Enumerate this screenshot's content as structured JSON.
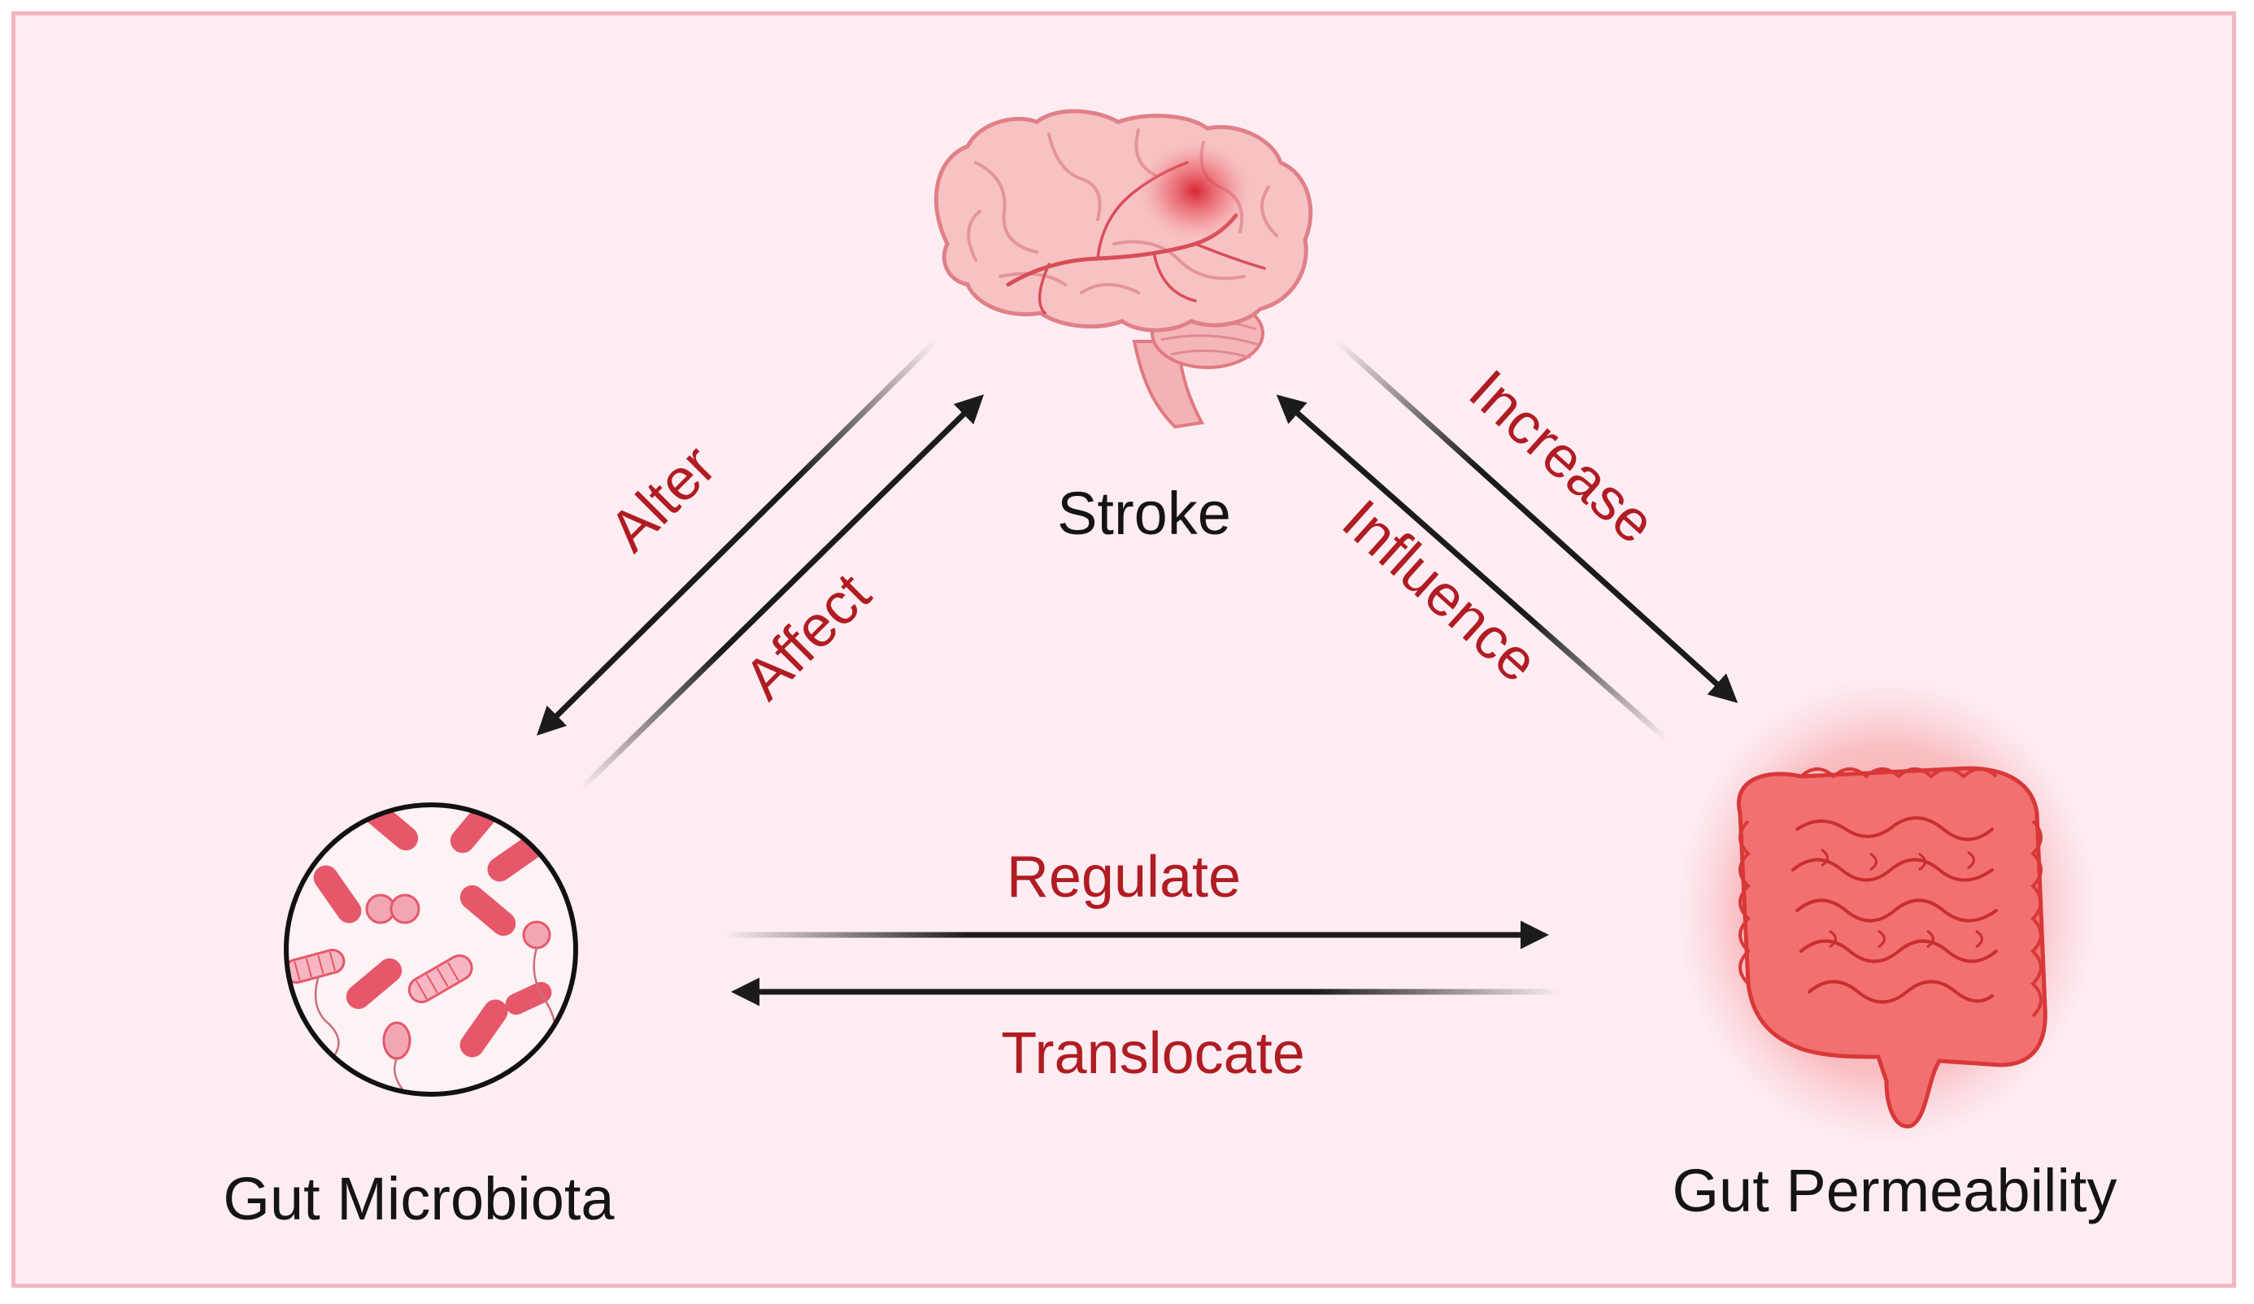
{
  "nodes": {
    "stroke": {
      "label": "Stroke",
      "icon": "brain-icon"
    },
    "microbiota": {
      "label": "Gut Microbiota",
      "icon": "bacteria-icon"
    },
    "permeability": {
      "label": "Gut Permeability",
      "icon": "intestine-icon"
    }
  },
  "edges": {
    "alter": "Alter",
    "affect": "Affect",
    "increase": "Increase",
    "influence": "Influence",
    "regulate": "Regulate",
    "translocate": "Translocate"
  },
  "colors": {
    "background": "#fdedf3",
    "border": "#f2b8c2",
    "edge_label": "#b01c22",
    "node_label": "#141414",
    "arrow": "#1b1b1b"
  }
}
